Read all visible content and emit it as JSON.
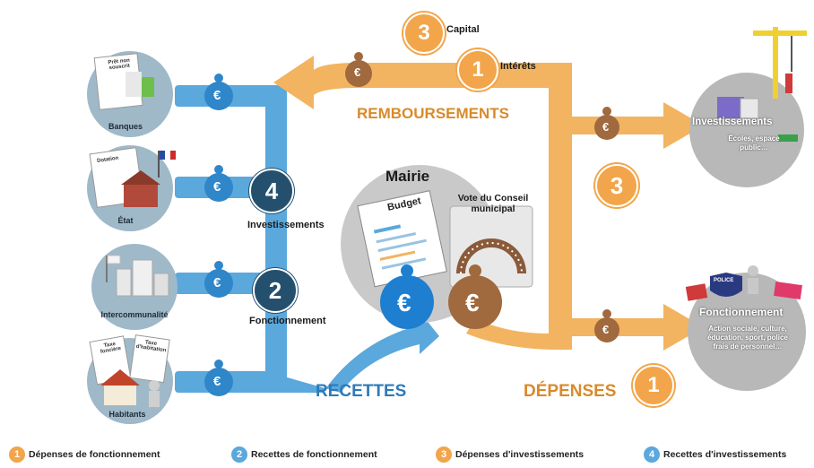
{
  "labels": {
    "capital": "Capital",
    "interets": "Intérêts",
    "remboursements": "REMBOURSEMENTS",
    "mairie": "Mairie",
    "budget": "Budget",
    "vote": "Vote du Conseil municipal",
    "investissements_recettes": "Investissements",
    "fonctionnement_recettes": "Fonctionnement",
    "recettes": "RECETTES",
    "depenses": "DÉPENSES"
  },
  "badges": {
    "capital": "3",
    "interets": "1",
    "invest_recettes": "4",
    "fonct_recettes": "2",
    "invest_depenses": "3",
    "depenses": "1"
  },
  "sources": {
    "banques": "Banques",
    "etat": "État",
    "intercommunalite": "Intercommunalité",
    "habitants": "Habitants",
    "banques_doc": "Prêt non souscrit",
    "etat_doc": "Dotation",
    "habitants_doc1": "Taxe foncière",
    "habitants_doc2": "Taxe d'habitation"
  },
  "destinations": {
    "investissements_title": "Investissements",
    "investissements_desc": "Écoles, espace public…",
    "fonctionnement_title": "Fonctionnement",
    "fonctionnement_desc": "Action sociale, culture, éducation, sport, police frais de personnel…",
    "police_sign": "POLICE"
  },
  "currency_symbol": "€",
  "legend": [
    {
      "num": "1",
      "label": "Dépenses de fonctionnement",
      "color": "#f2a54a"
    },
    {
      "num": "2",
      "label": "Recettes de fonctionnement",
      "color": "#5aa8dc"
    },
    {
      "num": "3",
      "label": "Dépenses d'investissements",
      "color": "#f2a54a"
    },
    {
      "num": "4",
      "label": "Recettes d'investissements",
      "color": "#5aa8dc"
    }
  ],
  "colors": {
    "blue_flow": "#5aa8dc",
    "orange_flow": "#f2b460",
    "navy": "#24506e",
    "gray_circle": "#bdbdbd",
    "recettes_text": "#2e7ab8",
    "orange_text": "#d98a2a"
  }
}
